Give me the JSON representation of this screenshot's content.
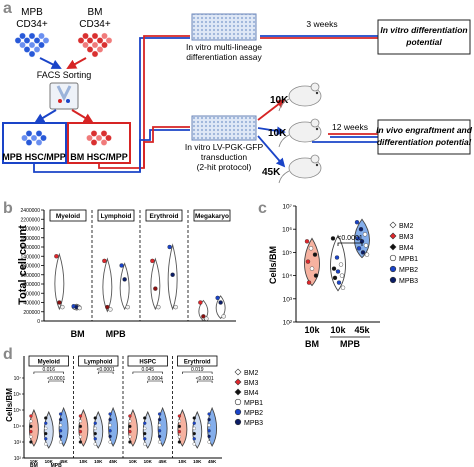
{
  "panel_a": {
    "letter": "a",
    "mpb_label": [
      "MPB",
      "CD34+"
    ],
    "bm_label": [
      "BM",
      "CD34+"
    ],
    "facs_label": "FACS Sorting",
    "mpb_box_label": "MPB HSC/MPP",
    "bm_box_label": "BM HSC/MPP",
    "assay_label": [
      "In vitro multi-lineage",
      "differentiation assay"
    ],
    "weeks_top": "3 weeks",
    "result_top": [
      "In vitro differentiation",
      "potential"
    ],
    "transduction_label": [
      "In vitro LV-PGK-GFP",
      "transduction",
      "(2-hit protocol)"
    ],
    "doses": [
      "10K",
      "10K",
      "45K"
    ],
    "weeks_bottom": "12 weeks",
    "result_bottom": [
      "In vivo engraftment and",
      "differentiation potential"
    ],
    "colors": {
      "mpb": "#1f4fd6",
      "bm": "#e0262b",
      "box_blue": "#1a44c8",
      "box_red": "#d62424"
    }
  },
  "chart_data": [
    {
      "panel": "b",
      "type": "violin",
      "ylabel": "Total cell count",
      "yticks": [
        "0",
        "200000",
        "400000",
        "600000",
        "800000",
        "1000000",
        "1200000",
        "1400000",
        "1600000",
        "1800000",
        "2000000",
        "2200000",
        "2400000"
      ],
      "ylim": [
        0,
        2400000
      ],
      "facets": [
        "Myeloid",
        "Lymphoid",
        "Erythroid",
        "Megakaryo"
      ],
      "categories": [
        "BM",
        "MPB"
      ],
      "series": [
        {
          "facet": "Myeloid",
          "group": "BM",
          "values": [
            1400000,
            400000,
            300000
          ]
        },
        {
          "facet": "Myeloid",
          "group": "MPB",
          "values": [
            320000,
            300000,
            280000
          ]
        },
        {
          "facet": "Lymphoid",
          "group": "BM",
          "values": [
            1300000,
            300000,
            250000
          ]
        },
        {
          "facet": "Lymphoid",
          "group": "MPB",
          "values": [
            1200000,
            900000,
            300000
          ]
        },
        {
          "facet": "Erythroid",
          "group": "BM",
          "values": [
            1300000,
            700000,
            300000
          ]
        },
        {
          "facet": "Erythroid",
          "group": "MPB",
          "values": [
            1600000,
            1000000,
            300000
          ]
        },
        {
          "facet": "Megakaryo",
          "group": "BM",
          "values": [
            400000,
            100000,
            50000
          ]
        },
        {
          "facet": "Megakaryo",
          "group": "MPB",
          "values": [
            500000,
            400000,
            100000
          ]
        }
      ],
      "xlabels": [
        "BM",
        "MPB"
      ]
    },
    {
      "panel": "c",
      "type": "violin",
      "ylabel": "Cells/BM",
      "yscale": "log",
      "yticks": [
        "10²",
        "10³",
        "10⁴",
        "10⁵",
        "10⁶",
        "10⁷"
      ],
      "ylim": [
        100,
        10000000
      ],
      "categories": [
        "10k BM",
        "10k MPB",
        "45k MPB"
      ],
      "xlabels": [
        "10k",
        "10k",
        "45k"
      ],
      "group_labels": [
        "BM",
        "MPB"
      ],
      "pvalue": "<0.0001",
      "series": [
        {
          "group": "10k BM",
          "values": [
            300000,
            150000,
            80000,
            40000,
            20000,
            10000,
            5000
          ]
        },
        {
          "group": "10k MPB",
          "values": [
            400000,
            60000,
            30000,
            20000,
            15000,
            10000,
            8000,
            5000,
            3000
          ]
        },
        {
          "group": "45k MPB",
          "values": [
            2000000,
            1000000,
            600000,
            400000,
            300000,
            200000,
            150000,
            100000,
            80000
          ]
        }
      ],
      "legend": [
        "BM2",
        "BM3",
        "BM4",
        "MPB1",
        "MPB2",
        "MPB3"
      ],
      "legend_placement": "right"
    },
    {
      "panel": "d",
      "type": "violin",
      "ylabel": "Cells/BM",
      "yscale": "log",
      "yticks": [
        "10²",
        "10³",
        "10⁴",
        "10⁵",
        "10⁶",
        "10⁷"
      ],
      "ylim": [
        100,
        10000000
      ],
      "facets": [
        "Myeloid",
        "Lymphoid",
        "HSPC",
        "Erythroid"
      ],
      "pvalues": [
        [
          "0.016",
          "<0.0001"
        ],
        [
          "<0.0001"
        ],
        [
          "0.045",
          "0.0004"
        ],
        [
          "0.019",
          "<0.0001"
        ]
      ],
      "xlabels": [
        "10K",
        "10K",
        "45K"
      ],
      "group_labels": [
        "BM",
        "MPB"
      ],
      "legend": [
        "BM2",
        "BM3",
        "BM4",
        "MPB1",
        "MPB2",
        "MPB3"
      ],
      "legend_placement": "right"
    }
  ],
  "panel_b": {
    "letter": "b"
  },
  "panel_c": {
    "letter": "c"
  },
  "panel_d": {
    "letter": "d"
  }
}
